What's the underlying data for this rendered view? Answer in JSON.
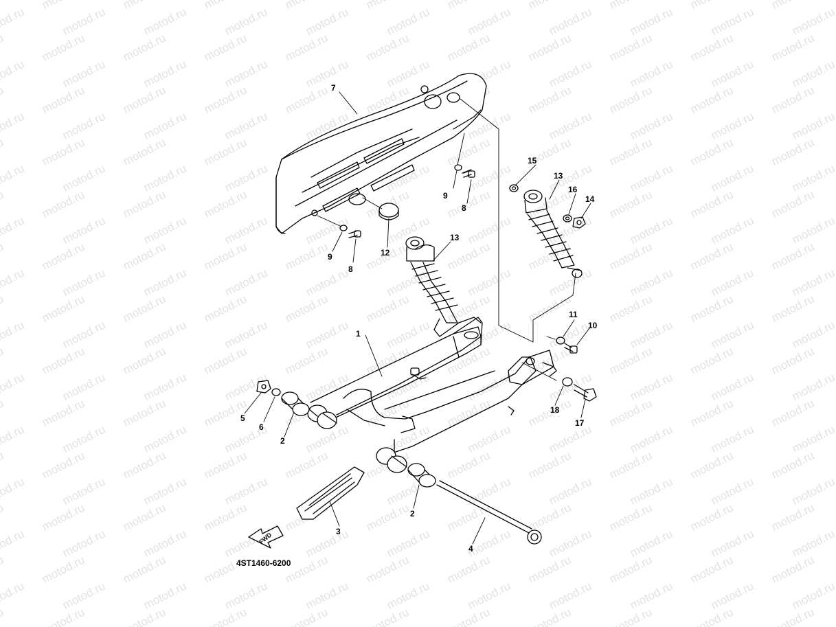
{
  "watermark_text": "motod.ru",
  "diagram_code": "4ST1460-6200",
  "fwd_label": "FWD",
  "callouts": {
    "p1": "1",
    "p2a": "2",
    "p2b": "2",
    "p3": "3",
    "p4": "4",
    "p5": "5",
    "p6": "6",
    "p7": "7",
    "p8a": "8",
    "p8b": "8",
    "p9a": "9",
    "p9b": "9",
    "p10": "10",
    "p11": "11",
    "p12": "12",
    "p13a": "13",
    "p13b": "13",
    "p14": "14",
    "p15": "15",
    "p16": "16",
    "p17": "17",
    "p18": "18"
  },
  "colors": {
    "line": "#000000",
    "watermark": "#e2e2e2",
    "background": "#ffffff"
  }
}
